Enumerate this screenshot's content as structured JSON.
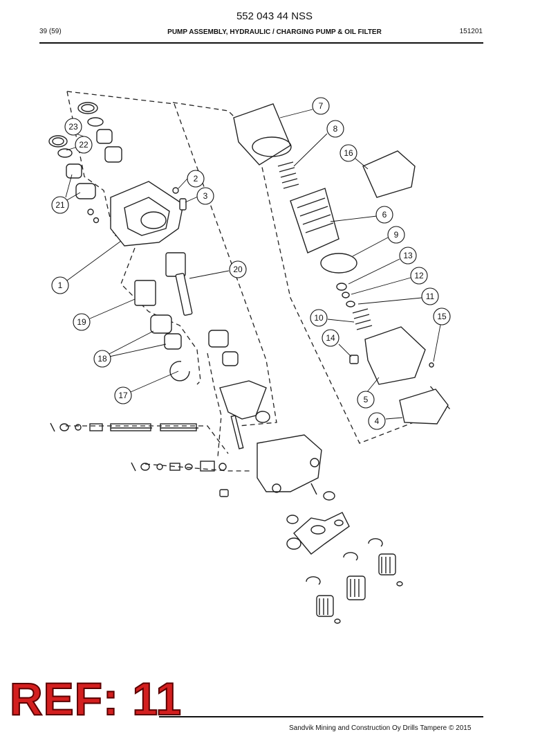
{
  "header": {
    "doc_number": "552 043 44 NSS",
    "page_count": "39 (59)",
    "section_title": "PUMP ASSEMBLY, HYDRAULIC / CHARGING PUMP & OIL FILTER",
    "date": "151201"
  },
  "callouts": [
    "1",
    "2",
    "3",
    "4",
    "5",
    "6",
    "7",
    "8",
    "9",
    "10",
    "11",
    "12",
    "13",
    "14",
    "15",
    "16",
    "17",
    "18",
    "19",
    "20",
    "21",
    "22",
    "23"
  ],
  "stamp": {
    "text": "REF: 11",
    "color": "#d31f1f"
  },
  "footer": {
    "copyright": "Sandvik Mining and Construction Oy Drills Tampere © 2015"
  }
}
